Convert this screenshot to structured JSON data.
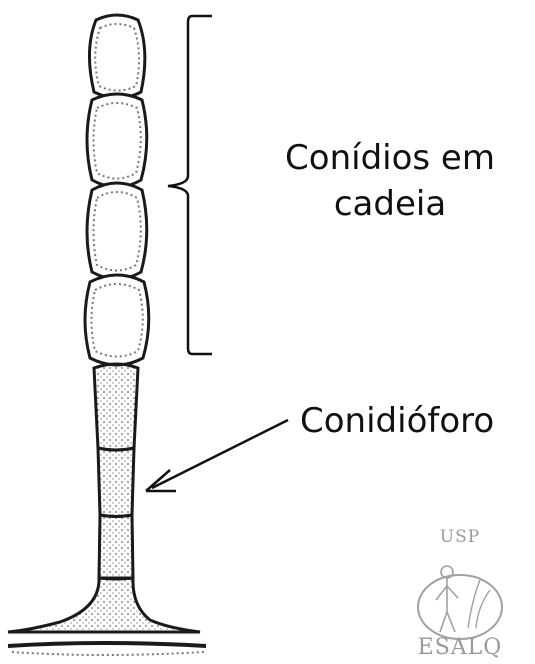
{
  "labels": {
    "conidia_line1": "Conídios em",
    "conidia_line2": "cadeia",
    "conidiophore": "Conidióforo"
  },
  "logo": {
    "top_text": "USP",
    "bottom_text": "ESALQ"
  },
  "colors": {
    "line": "#1a1a1a",
    "hatch": "#555555",
    "logo": "#9a9a9a"
  }
}
